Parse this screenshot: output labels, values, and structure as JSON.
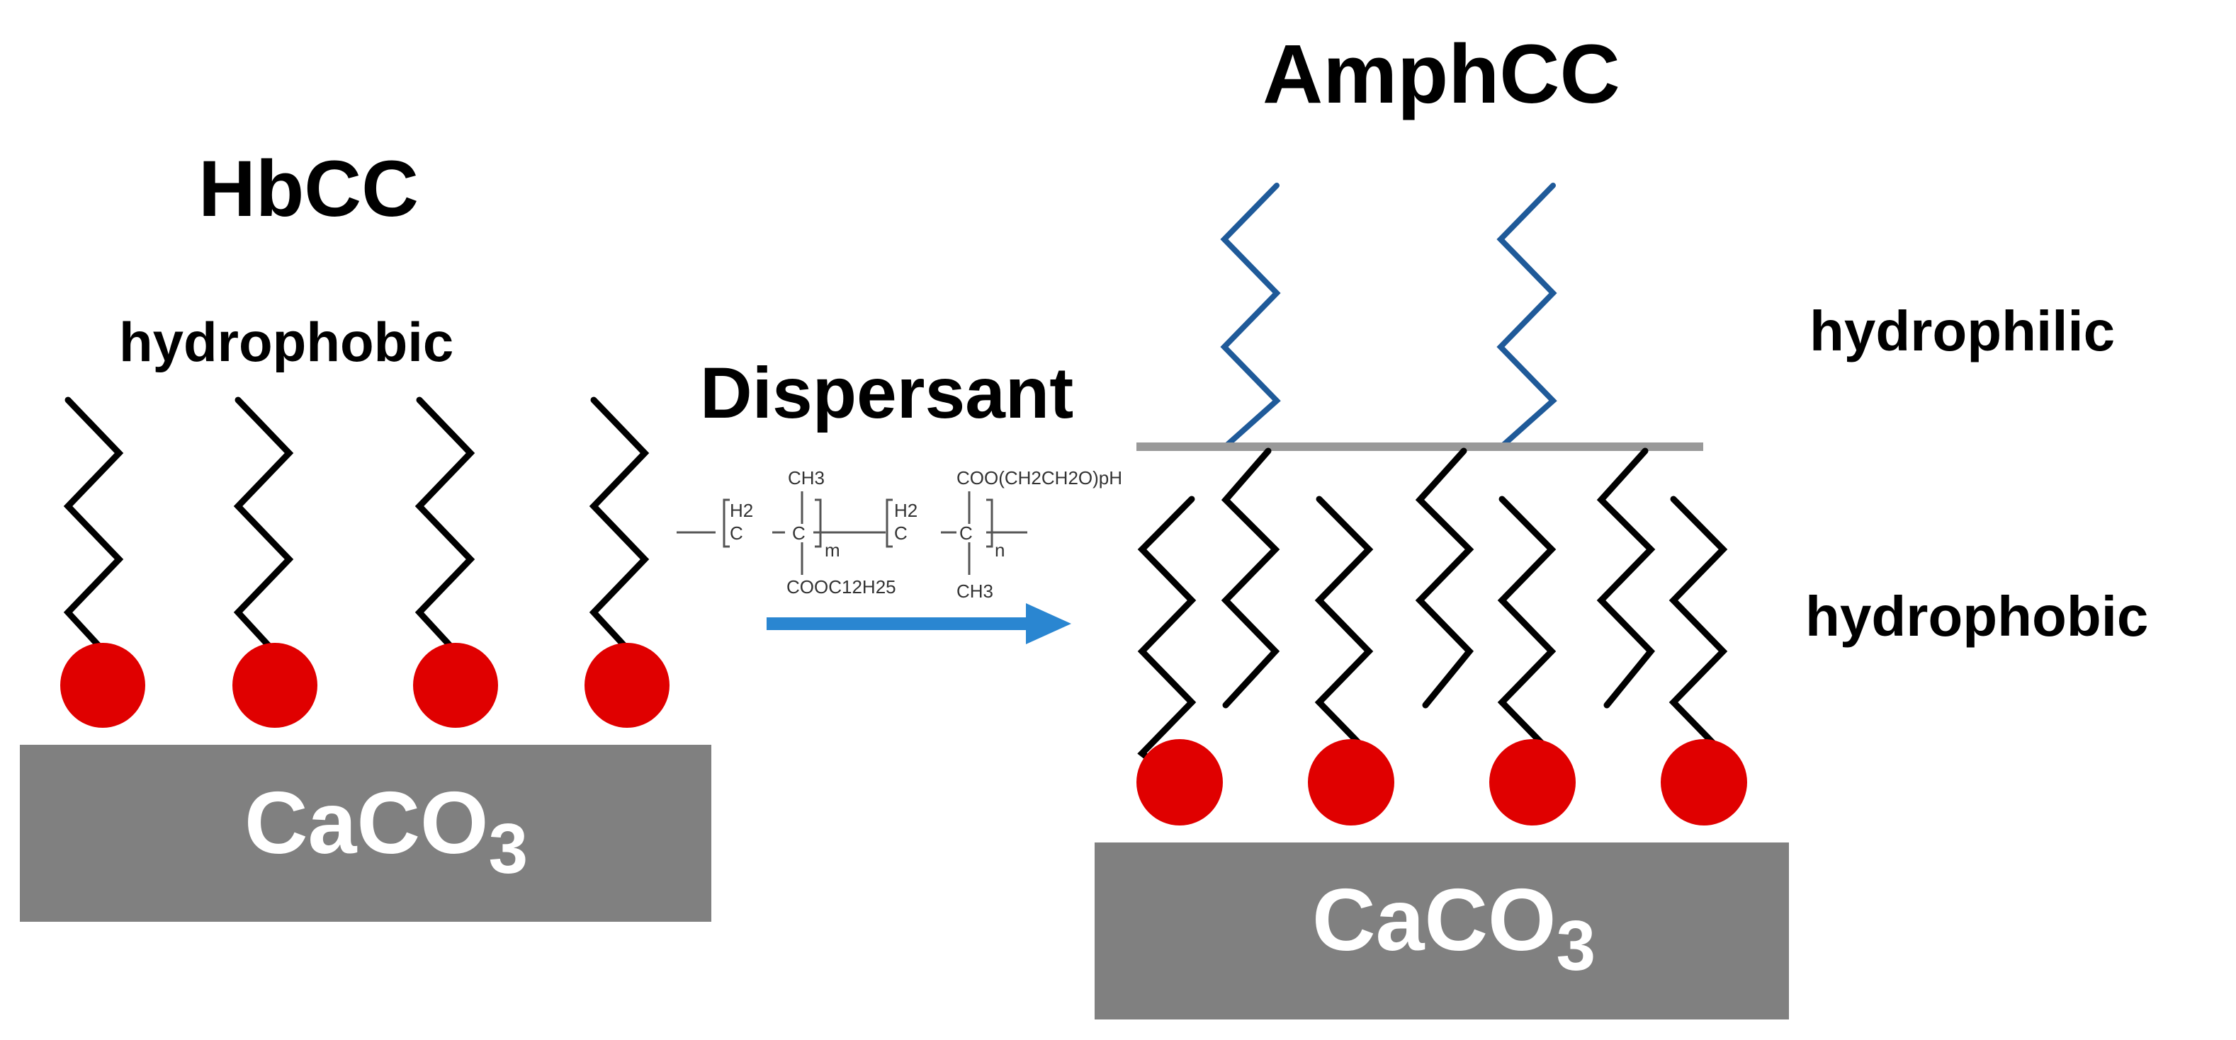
{
  "left_panel": {
    "title": "HbCC",
    "tail_label": "hydrophobic",
    "substrate": {
      "formula": "CaCO",
      "subscript": "3"
    }
  },
  "arrow": {
    "label": "Dispersant",
    "structure": {
      "left_h2": "H2",
      "ch3_top": "CH3",
      "c_left": "C",
      "c_mid": "C",
      "m": "m",
      "right_h2": "H2",
      "c_right_a": "C",
      "c_right_b": "C",
      "n": "n",
      "cooc12h25": "COOC12H25",
      "peg": "COO(CH2CH2O)pH",
      "ch3_bottom": "CH3"
    }
  },
  "right_panel": {
    "title": "AmphCC",
    "outer_label": "hydrophilic",
    "inner_label": "hydrophobic",
    "substrate": {
      "formula": "CaCO",
      "subscript": "3"
    }
  },
  "colors": {
    "head_group": "#e00000",
    "substrate": "#808080",
    "hydrophobic_chain": "#000000",
    "hydrophilic_chain": "#1f5a99",
    "interface_line": "#999999",
    "arrow": "#2a86d1"
  }
}
